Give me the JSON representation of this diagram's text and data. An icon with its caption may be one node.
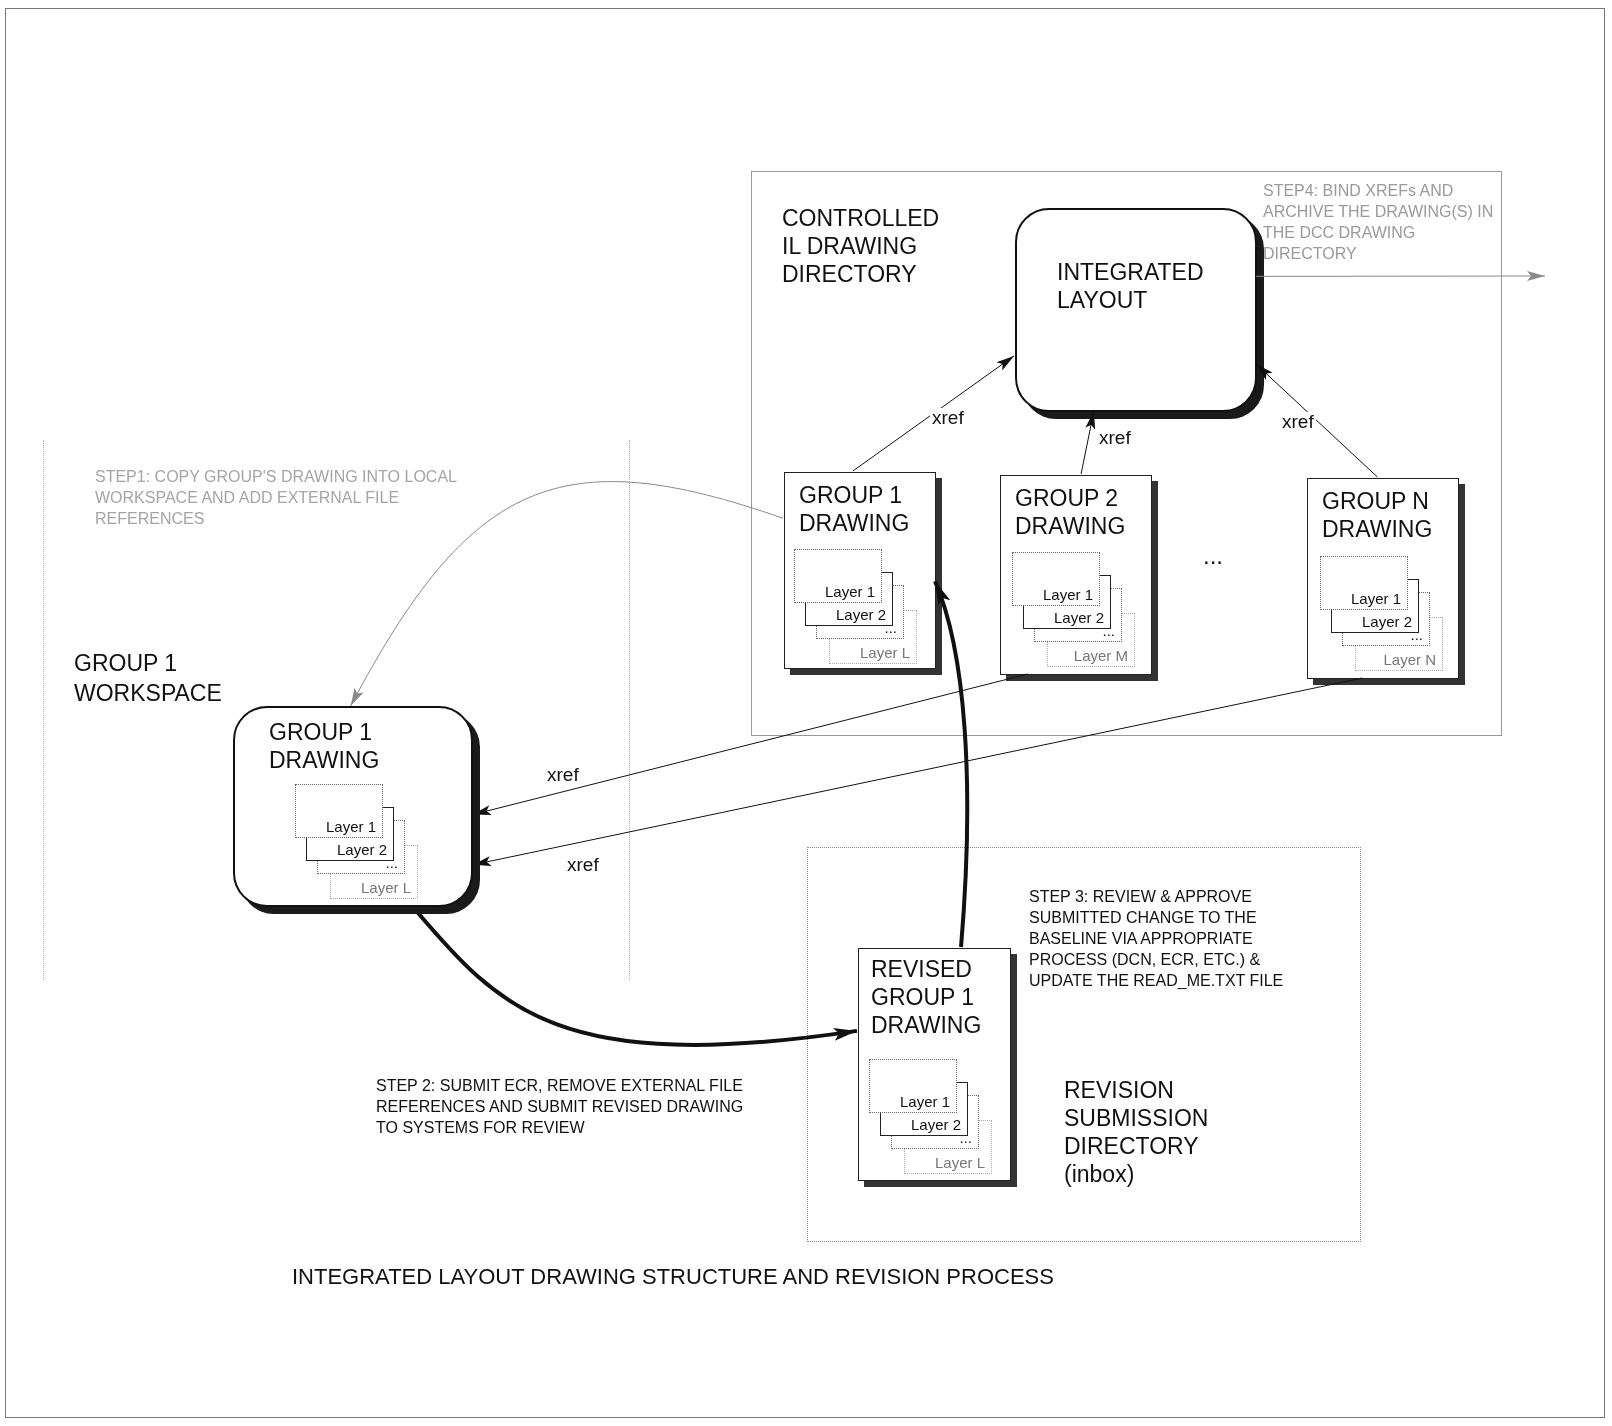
{
  "diagram": {
    "caption": "INTEGRATED LAYOUT DRAWING STRUCTURE AND REVISION PROCESS",
    "nodes": [
      {
        "text": [
          "CONTROLLED IL DRAWING DIRECTORY"
        ]
      },
      {
        "text": [
          "INTEGRATED LAYOUT"
        ],
        "in": 0
      },
      {
        "text": [
          "GROUP 1 DRAWING"
        ],
        "in": 0
      },
      {
        "text": [
          "Layer 1"
        ],
        "in": 2
      },
      {
        "text": [
          "Layer 2"
        ],
        "in": 2
      },
      {
        "text": [
          "..."
        ],
        "in": 2
      },
      {
        "text": [
          "Layer L"
        ],
        "in": 2
      },
      {
        "text": [
          "GROUP 2 DRAWING"
        ],
        "in": 0
      },
      {
        "text": [
          "Layer 1"
        ],
        "in": 7
      },
      {
        "text": [
          "Layer 2"
        ],
        "in": 7
      },
      {
        "text": [
          "..."
        ],
        "in": 7
      },
      {
        "text": [
          "Layer M"
        ],
        "in": 7
      },
      {
        "text": [
          "GROUP N DRAWING"
        ],
        "in": 0
      },
      {
        "text": [
          "Layer 1"
        ],
        "in": 12
      },
      {
        "text": [
          "Layer 2"
        ],
        "in": 12
      },
      {
        "text": [
          "..."
        ],
        "in": 12
      },
      {
        "text": [
          "Layer N"
        ],
        "in": 12
      },
      {
        "text": [
          "GROUP 1 DRAWING"
        ]
      },
      {
        "text": [
          "Layer 1"
        ],
        "in": 17
      },
      {
        "text": [
          "Layer 2"
        ],
        "in": 17
      },
      {
        "text": [
          "..."
        ],
        "in": 17
      },
      {
        "text": [
          "Layer L"
        ],
        "in": 17
      },
      {
        "text": [
          "REVISION SUBMISSION DIRECTORY (inbox)"
        ]
      },
      {
        "text": [
          "REVISED GROUP 1 DRAWING"
        ],
        "in": 22
      },
      {
        "text": [
          "Layer 1"
        ],
        "in": 23
      },
      {
        "text": [
          "Layer 2"
        ],
        "in": 23
      },
      {
        "text": [
          "..."
        ],
        "in": 23
      },
      {
        "text": [
          "Layer L"
        ],
        "in": 23
      }
    ],
    "edges": [
      {
        "from": 2,
        "to": 1,
        "arrow": "to",
        "label": "xref"
      },
      {
        "from": 7,
        "to": 1,
        "arrow": "to",
        "label": "xref"
      },
      {
        "from": 12,
        "to": 1,
        "arrow": "to",
        "label": "xref"
      },
      {
        "from": 1,
        "to": null,
        "arrow": "to",
        "color": "#8a8a8a"
      },
      {
        "from": 2,
        "to": 17,
        "arrow": "to",
        "color": "#8a8a8a"
      },
      {
        "from": 7,
        "to": 17,
        "arrow": "to",
        "label": "xref"
      },
      {
        "from": 12,
        "to": 17,
        "arrow": "to",
        "label": "xref"
      },
      {
        "from": 17,
        "to": 23,
        "arrow": "to",
        "style": "thick"
      },
      {
        "from": 23,
        "to": 2,
        "arrow": "to",
        "style": "thick"
      }
    ],
    "labels": [
      "STEP4: BIND XREFs AND ARCHIVE THE DRAWING(S) IN THE DCC DRAWING DIRECTORY",
      "STEP1: COPY GROUP'S DRAWING INTO LOCAL WORKSPACE AND ADD EXTERNAL FILE REFERENCES",
      "...",
      "GROUP 1 WORKSPACE",
      "STEP 3: REVIEW & APPROVE SUBMITTED CHANGE TO THE BASELINE VIA APPROPRIATE PROCESS (DCN, ECR, ETC.) & UPDATE THE READ_ME.TXT FILE",
      "STEP 2: SUBMIT ECR, REMOVE EXTERNAL FILE REFERENCES AND SUBMIT REVISED DRAWING TO SYSTEMS FOR REVIEW"
    ]
  }
}
